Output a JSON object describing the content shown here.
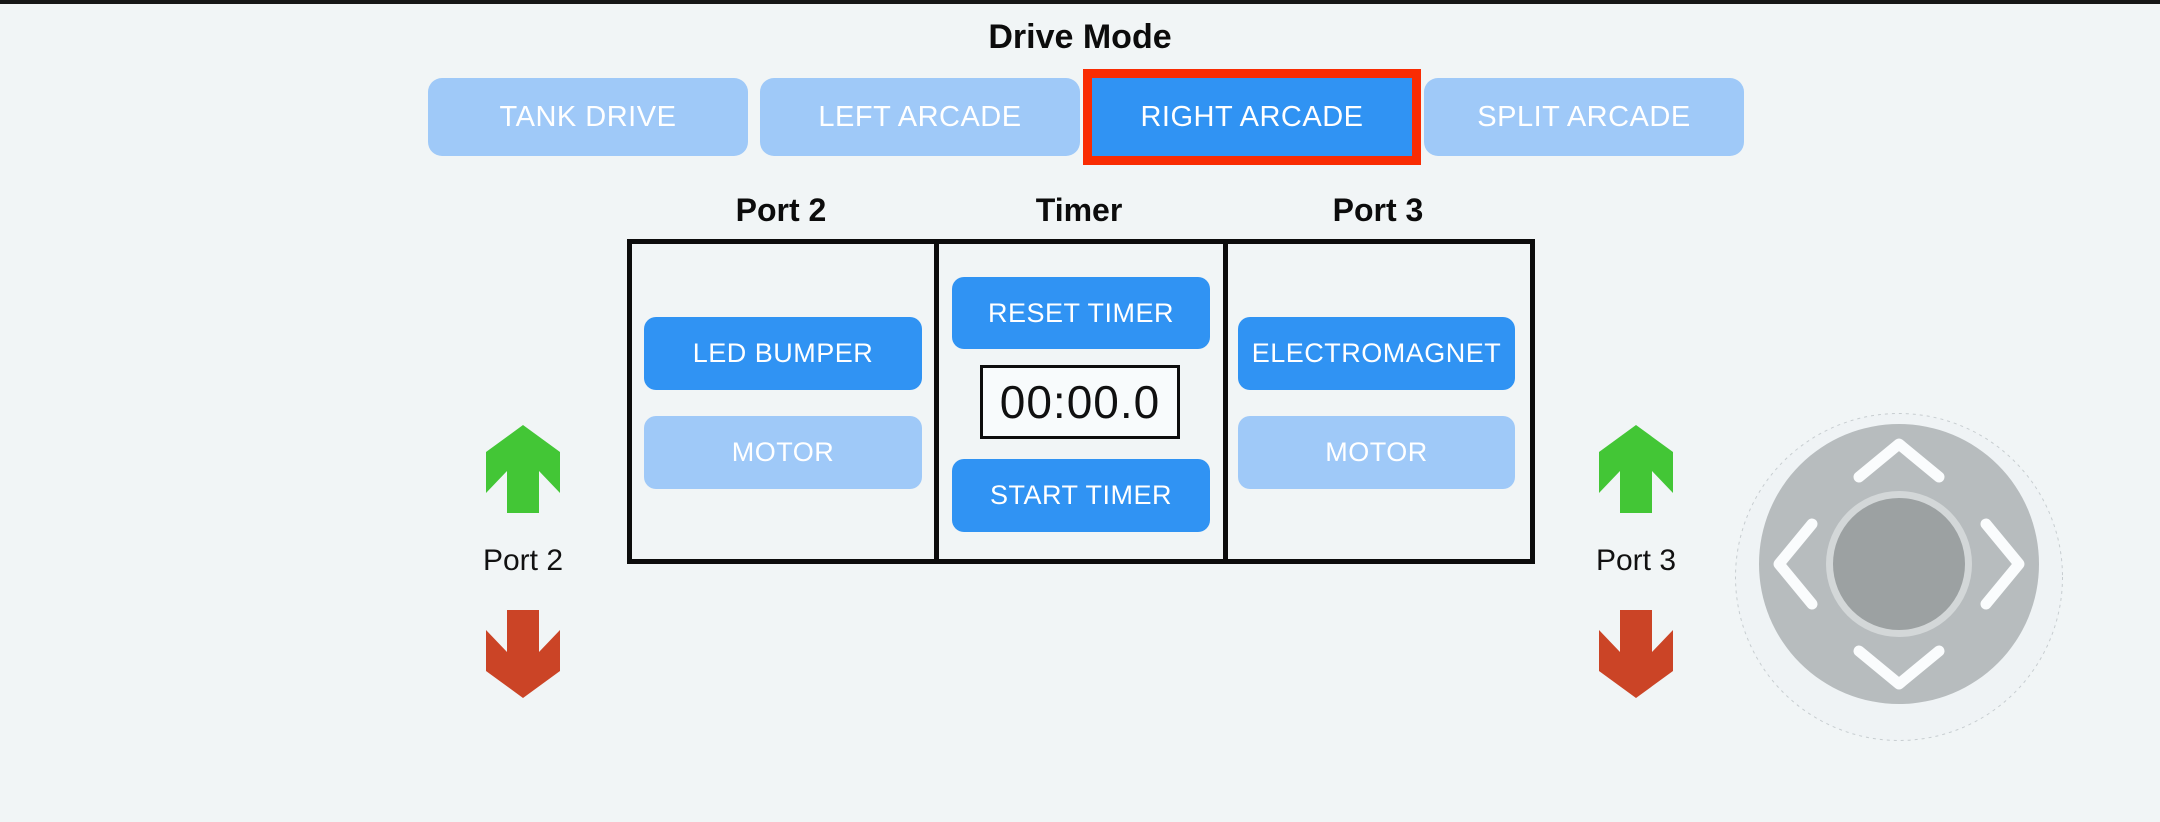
{
  "header": {
    "title": "Drive Mode"
  },
  "drive_mode_buttons": [
    {
      "label": "TANK DRIVE",
      "selected": false
    },
    {
      "label": "LEFT ARCADE",
      "selected": false
    },
    {
      "label": "RIGHT ARCADE",
      "selected": true
    },
    {
      "label": "SPLIT ARCADE",
      "selected": false
    }
  ],
  "ports_panel": {
    "port2": {
      "header": "Port 2",
      "buttons": [
        {
          "label": "LED BUMPER",
          "active": true
        },
        {
          "label": "MOTOR",
          "active": false
        }
      ]
    },
    "timer": {
      "header": "Timer",
      "reset_button": "RESET TIMER",
      "display": "00:00.0",
      "start_button": "START TIMER"
    },
    "port3": {
      "header": "Port 3",
      "buttons": [
        {
          "label": "ELECTROMAGNET",
          "active": true
        },
        {
          "label": "MOTOR",
          "active": false
        }
      ]
    }
  },
  "motor_controls": {
    "left": {
      "label": "Port 2",
      "up_icon": "green-up-arrow",
      "down_icon": "red-down-arrow"
    },
    "right": {
      "label": "Port 3",
      "up_icon": "green-up-arrow",
      "down_icon": "red-down-arrow"
    }
  },
  "joystick": {
    "name": "virtual-joystick",
    "directions": [
      "up",
      "left",
      "right",
      "down"
    ]
  },
  "colors": {
    "background": "#f1f5f6",
    "active_blue": "#3093f3",
    "inactive_blue": "#9fc9f8",
    "selected_border_red": "#f92c03",
    "up_arrow_green": "#43c636",
    "down_arrow_red": "#cb4426",
    "panel_border": "#0c0c0c",
    "timer_text": "#101010",
    "joystick_base": "#b7bcbe",
    "joystick_knob": "#9ca1a2",
    "joystick_ring": "#d3d7d8",
    "joystick_chevron": "#fafcfd"
  }
}
